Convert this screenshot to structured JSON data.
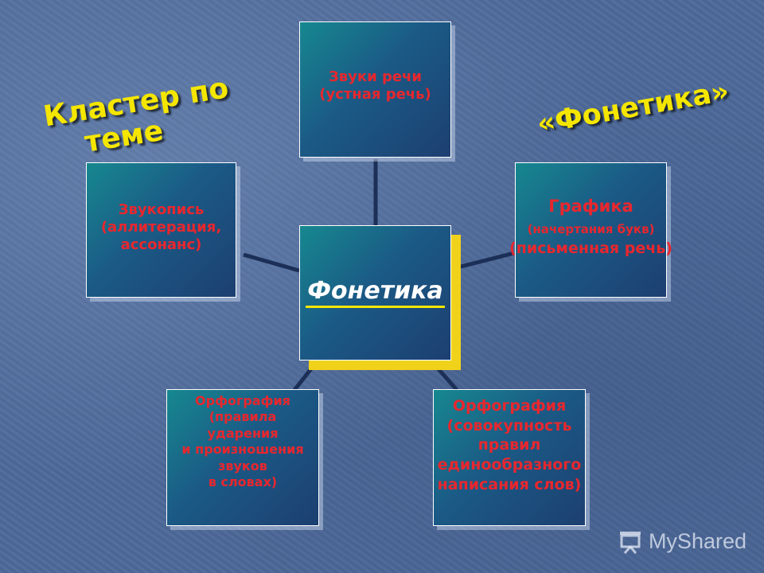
{
  "cluster_title": {
    "line1": "Кластер по",
    "line2": "теме"
  },
  "topic_title": "«Фонетика»",
  "center": {
    "label": "Фонетика"
  },
  "nodes": {
    "top": {
      "lines": [
        "Звуки речи",
        "(устная речь)"
      ]
    },
    "left": {
      "lines": [
        "Звукопись",
        "(аллитерация,",
        "ассонанс)"
      ]
    },
    "right": {
      "lines": [
        "Графика",
        "(начертания букв)",
        "(письменная речь)"
      ]
    },
    "bottom_left": {
      "lines": [
        "Орфография",
        "(правила",
        "ударения",
        "и произношения",
        "звуков",
        "в словах)"
      ]
    },
    "bottom_right": {
      "lines": [
        "Орфография",
        "(совокупность",
        "правил",
        "единообразного",
        "написания слов)"
      ]
    }
  },
  "colors": {
    "box_text": "#e8272e",
    "title": "#f5e600",
    "center_shadow": "#f1d21b",
    "connector": "#1b2f57"
  },
  "watermark": "MyShared"
}
